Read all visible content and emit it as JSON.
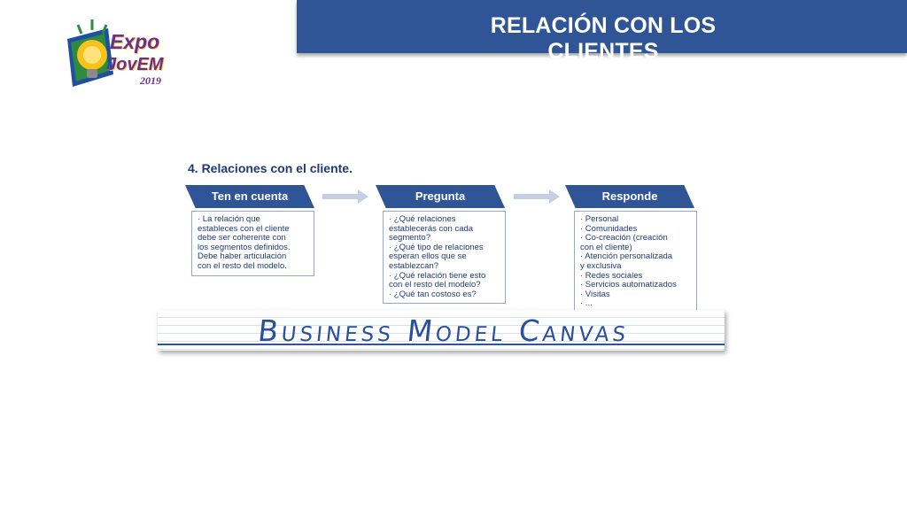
{
  "header": {
    "title": "RELACIÓN CON LOS CLIENTES",
    "accent_color": "#2f5597"
  },
  "logo": {
    "line1": "Expo",
    "line2": "JovEM",
    "year": "2019",
    "icon": "lightbulb-icon"
  },
  "diagram": {
    "heading": "4. Relaciones con el cliente.",
    "steps": [
      {
        "label": "Ten en cuenta",
        "lines": [
          "· La relación que",
          "estableces con el cliente",
          "debe ser coherente con",
          "los segmentos definidos.",
          "Debe haber articulación",
          "con el resto del modelo."
        ]
      },
      {
        "label": "Pregunta",
        "lines": [
          "· ¿Qué relaciones",
          "establecerás con cada",
          "segmento?",
          "· ¿Qué tipo de relaciones",
          "esperan ellos que se",
          "establezcan?",
          "· ¿Qué relación tiene esto",
          "con el resto del modelo?",
          "· ¿Qué tan costoso es?"
        ]
      },
      {
        "label": "Responde",
        "lines": [
          "· Personal",
          "· Comunidades",
          "· Co-creación (creación",
          "con el cliente)",
          "· Atención personalizada",
          "y exclusiva",
          "· Redes sociales",
          "· Servicios automatizados",
          "· Visitas",
          "· ..."
        ]
      }
    ]
  },
  "banner_image": {
    "text": "Business Model Canvas"
  }
}
